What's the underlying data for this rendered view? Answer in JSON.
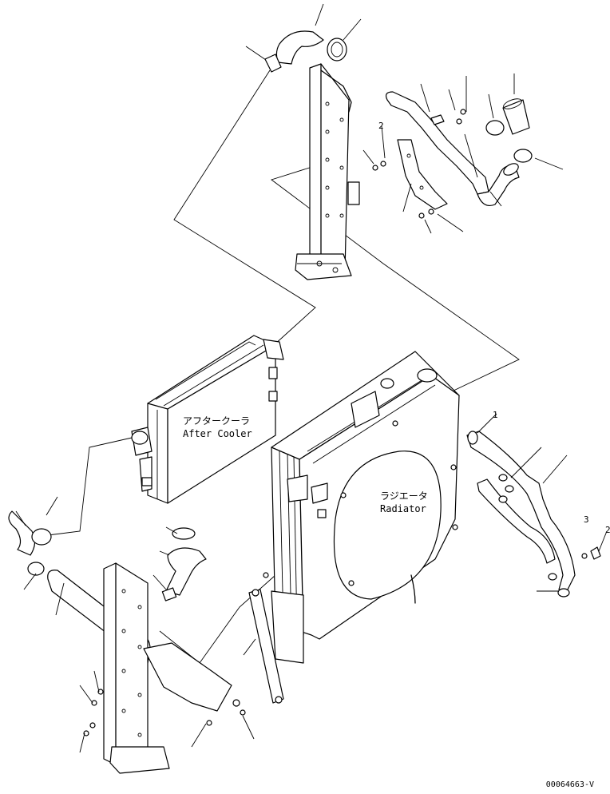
{
  "labels": {
    "after_cooler_jp": "アフタークーラ",
    "after_cooler_en": "After Cooler",
    "radiator_jp": "ラジエータ",
    "radiator_en": "Radiator"
  },
  "callouts": {
    "c_bracket_screw": "2",
    "c_right_hose_1": "3",
    "c_right_hose_2": "2",
    "c_radiator_clamp": "1"
  },
  "drawing_code": "00064663-V"
}
